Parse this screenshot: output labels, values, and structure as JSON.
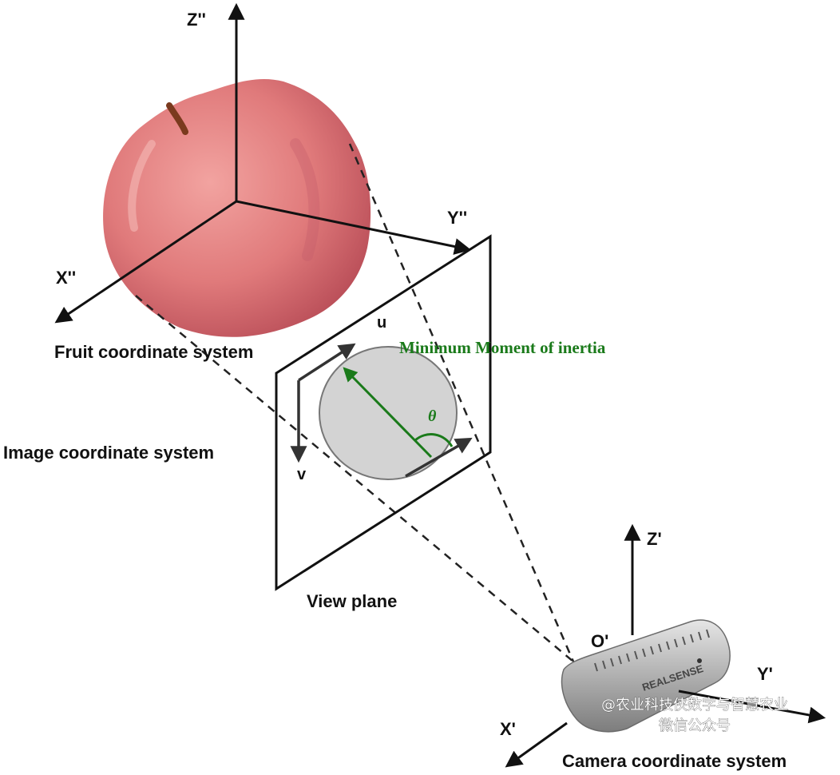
{
  "labels": {
    "fruit_z": "Z''",
    "fruit_y": "Y''",
    "fruit_x": "X''",
    "fruit_system": "Fruit coordinate system",
    "image_system": "Image coordinate system",
    "u_axis": "u",
    "v_axis": "v",
    "min_moment": "Minimum Moment of inertia",
    "theta": "θ",
    "view_plane": "View plane",
    "cam_z": "Z'",
    "cam_origin": "O'",
    "cam_y": "Y'",
    "cam_x": "X'",
    "camera_system": "Camera coordinate system",
    "camera_brand": "REALSENSE"
  },
  "watermark": {
    "line1": "@农业科技侠数字与智慧农业",
    "line2": "微信公众号"
  },
  "colors": {
    "axis": "#111111",
    "accent_green": "#1a7a1a",
    "apple": "#e0787a",
    "projection_ellipse": "#d3d3d3",
    "camera_body": "#a8a8a8"
  }
}
